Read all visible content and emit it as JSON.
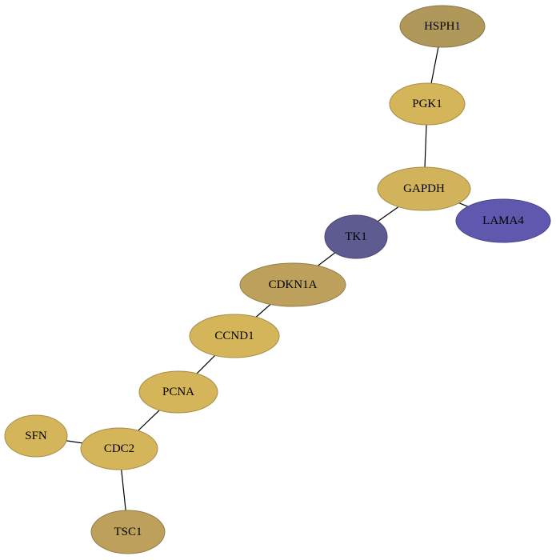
{
  "nodes": [
    {
      "id": "HSPH1",
      "label": "HSPH1",
      "color": "#b0985a"
    },
    {
      "id": "PGK1",
      "label": "PGK1",
      "color": "#d4b55a"
    },
    {
      "id": "GAPDH",
      "label": "GAPDH",
      "color": "#d1b35c"
    },
    {
      "id": "LAMA4",
      "label": "LAMA4",
      "color": "#5f58ae"
    },
    {
      "id": "TK1",
      "label": "TK1",
      "color": "#5e5b91"
    },
    {
      "id": "CDKN1A",
      "label": "CDKN1A",
      "color": "#bca05c"
    },
    {
      "id": "CCND1",
      "label": "CCND1",
      "color": "#d4b55a"
    },
    {
      "id": "PCNA",
      "label": "PCNA",
      "color": "#d4b55a"
    },
    {
      "id": "SFN",
      "label": "SFN",
      "color": "#d4b55a"
    },
    {
      "id": "CDC2",
      "label": "CDC2",
      "color": "#d4b55a"
    },
    {
      "id": "TSC1",
      "label": "TSC1",
      "color": "#bca05c"
    }
  ],
  "edges": [
    [
      "HSPH1",
      "PGK1"
    ],
    [
      "PGK1",
      "GAPDH"
    ],
    [
      "GAPDH",
      "LAMA4"
    ],
    [
      "GAPDH",
      "TK1"
    ],
    [
      "TK1",
      "CDKN1A"
    ],
    [
      "CDKN1A",
      "CCND1"
    ],
    [
      "CCND1",
      "PCNA"
    ],
    [
      "PCNA",
      "CDC2"
    ],
    [
      "SFN",
      "CDC2"
    ],
    [
      "CDC2",
      "TSC1"
    ]
  ]
}
